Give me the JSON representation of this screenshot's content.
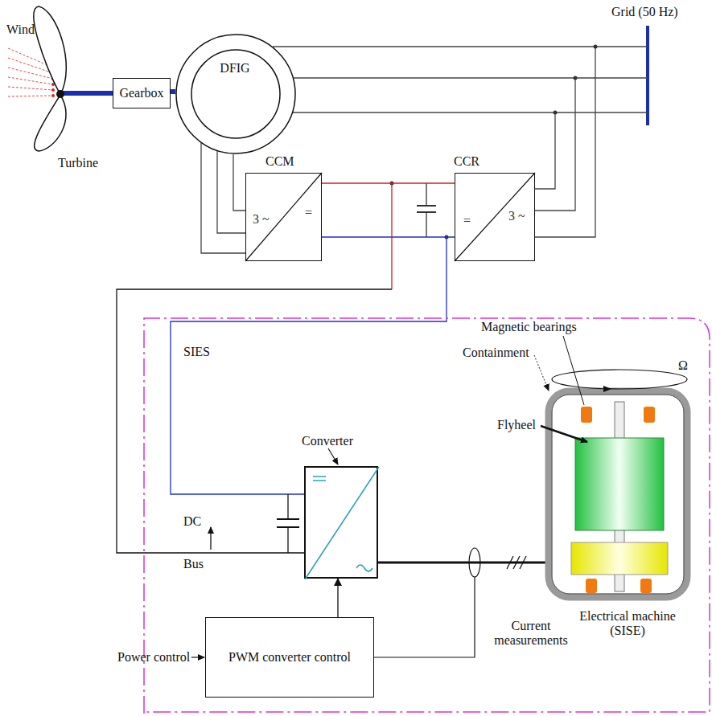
{
  "diagram": {
    "nodes": [
      {
        "text": [
          "DFIG"
        ]
      },
      {
        "text": [
          "Gearbox"
        ]
      },
      {
        "text": [
          "CCM",
          "=",
          "3 ~"
        ]
      },
      {
        "text": [
          "CCR",
          "3 ~",
          "="
        ]
      },
      {
        "text": [
          "SIES"
        ]
      },
      {
        "text": [
          "Converter"
        ],
        "in": 4
      },
      {
        "text": [
          "PWM converter control"
        ],
        "in": 4
      }
    ],
    "edges": [
      {
        "from": 1,
        "to": 0,
        "arrow": "none"
      },
      {
        "from": 0,
        "to": 2,
        "arrow": "none"
      },
      {
        "from": 2,
        "to": 3,
        "arrow": "none"
      },
      {
        "from": 6,
        "to": 5,
        "arrow": "to"
      }
    ],
    "labels": [
      "Wind",
      "Turbine",
      "Grid (50 Hz)",
      "Magnetic bearings",
      "Ω",
      "Containment",
      "Flyheel",
      "Electrical machine (SISE)",
      "DC",
      "Bus",
      "Power control",
      "Current measurements"
    ]
  }
}
